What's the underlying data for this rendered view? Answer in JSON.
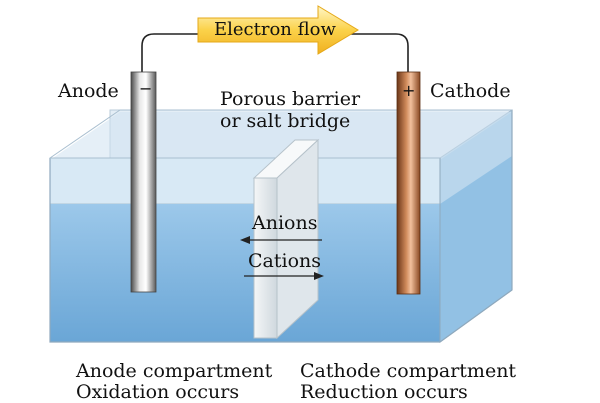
{
  "diagram": {
    "electron_flow_label": "Electron flow",
    "anode_label": "Anode",
    "cathode_label": "Cathode",
    "anode_sign": "−",
    "cathode_sign": "+",
    "barrier_label_line1": "Porous barrier",
    "barrier_label_line2": "or salt bridge",
    "anions_label": "Anions",
    "cations_label": "Cations",
    "anode_compartment_line1": "Anode compartment",
    "anode_compartment_line2": "Oxidation occurs",
    "cathode_compartment_line1": "Cathode compartment",
    "cathode_compartment_line2": "Reduction occurs"
  },
  "colors": {
    "arrow_fill": "#fbd24a",
    "solution": "#7fb6e0",
    "glass": "#d6e8f4",
    "anode_metal": "#9a9a9a",
    "cathode_metal": "#b8693a",
    "wire": "#222222"
  }
}
